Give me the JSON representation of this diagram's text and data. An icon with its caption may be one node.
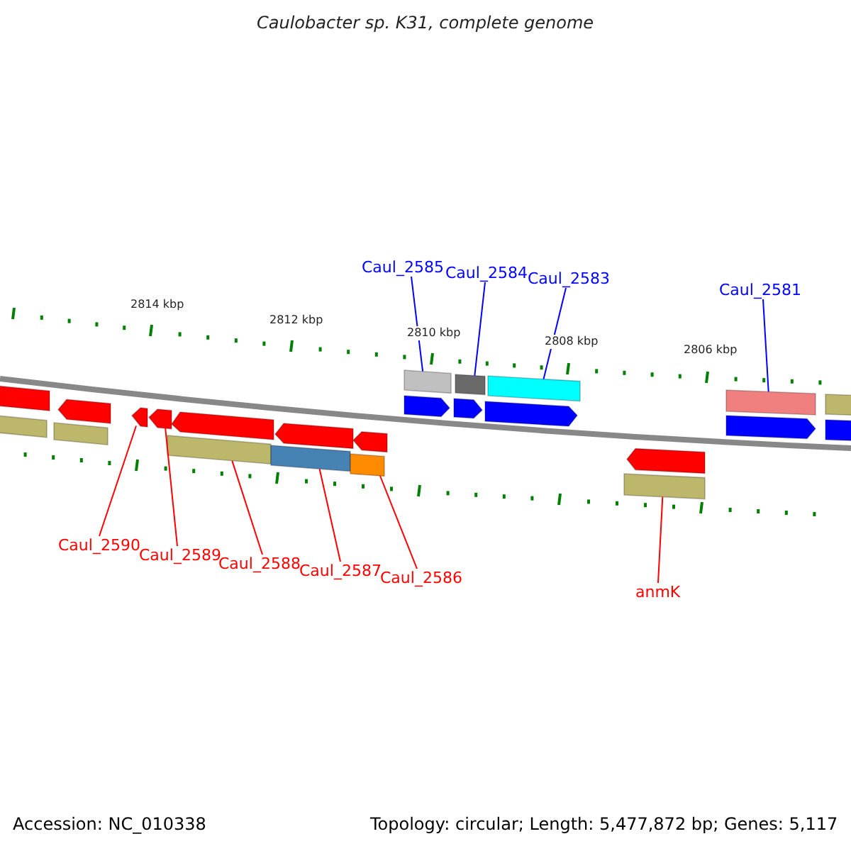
{
  "diagram": {
    "title": "Caulobacter sp. K31, complete genome",
    "nodes": [
      {
        "text": [
          "Caul_2585"
        ]
      },
      {
        "text": [
          "Caul_2584"
        ]
      },
      {
        "text": [
          "Caul_2583"
        ]
      },
      {
        "text": [
          "Caul_2581"
        ]
      },
      {
        "text": [
          "Caul_2590"
        ]
      },
      {
        "text": [
          "Caul_2589"
        ]
      },
      {
        "text": [
          "Caul_2588"
        ]
      },
      {
        "text": [
          "Caul_2587"
        ]
      },
      {
        "text": [
          "Caul_2586"
        ]
      },
      {
        "text": [
          "anmK"
        ]
      },
      {
        "text": [],
        "shape": "arrow"
      },
      {
        "text": [],
        "shape": "arrow"
      },
      {
        "text": [],
        "shape": "bar"
      },
      {
        "text": [],
        "shape": "bar"
      },
      {
        "text": [],
        "shape": "bar"
      },
      {
        "text": [],
        "shape": "bar"
      },
      {
        "text": [],
        "shape": "bar"
      },
      {
        "text": [],
        "shape": "bar"
      },
      {
        "text": [],
        "shape": "bar"
      },
      {
        "text": [],
        "shape": "bar"
      }
    ],
    "edges": [
      {
        "from": 0,
        "to": 15,
        "arrow": "none",
        "color": "#0000ff"
      },
      {
        "from": 1,
        "to": 16,
        "arrow": "none",
        "color": "#0000ff"
      },
      {
        "from": 2,
        "to": 17,
        "arrow": "none",
        "color": "#0000ff"
      },
      {
        "from": 3,
        "to": 19,
        "arrow": "none",
        "color": "#0000ff"
      },
      {
        "from": 4,
        "to": 10,
        "arrow": "none"
      },
      {
        "from": 5,
        "to": 11,
        "arrow": "none"
      },
      {
        "from": 6,
        "to": 12,
        "arrow": "none"
      },
      {
        "from": 7,
        "to": 13,
        "arrow": "none"
      },
      {
        "from": 8,
        "to": 14,
        "arrow": "none"
      },
      {
        "from": 9,
        "to": 18,
        "arrow": "none"
      }
    ],
    "labels": [
      "2814 kbp",
      "2812 kbp",
      "2810 kbp",
      "2808 kbp",
      "2806 kbp",
      "Accession: NC_010338",
      "Topology: circular; Length: 5,477,872 bp; Genes: 5,117"
    ]
  }
}
